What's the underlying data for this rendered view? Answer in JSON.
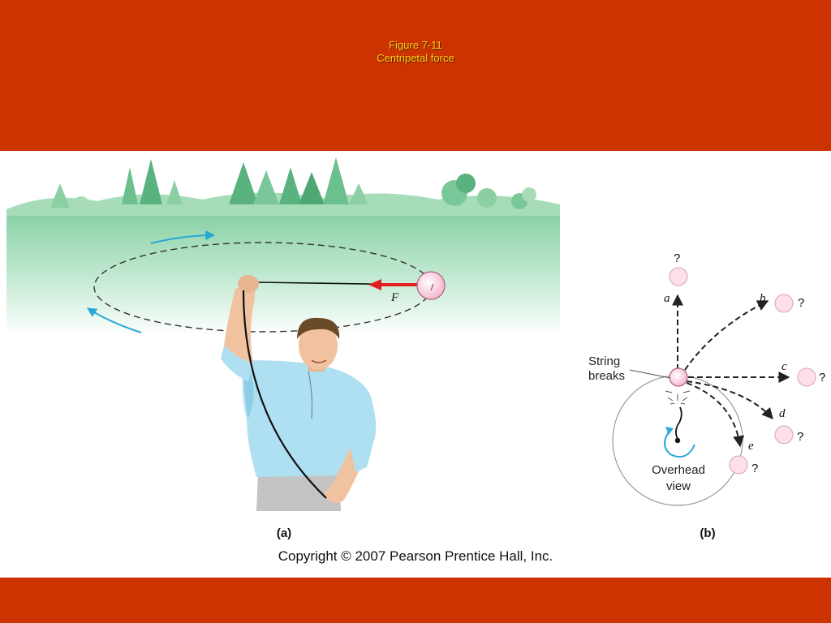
{
  "slide": {
    "title_line1": "Figure 7-11",
    "title_line2": "Centripetal force",
    "copyright": "Copyright © 2007 Pearson Prentice Hall, Inc."
  },
  "panel_a": {
    "label": "(a)",
    "force_label": "F"
  },
  "panel_b": {
    "label": "(b)",
    "string_breaks_line1": "String",
    "string_breaks_line2": "breaks",
    "overhead_line1": "Overhead",
    "overhead_line2": "view",
    "paths": [
      {
        "label": "a",
        "mark": "?"
      },
      {
        "label": "b",
        "mark": "?"
      },
      {
        "label": "c",
        "mark": "?"
      },
      {
        "label": "d",
        "mark": "?"
      },
      {
        "label": "e",
        "mark": "?"
      }
    ]
  },
  "colors": {
    "band": "#cc3300",
    "title": "#ffd21a",
    "ball": "#f8c8dc",
    "force_arrow": "#e02020",
    "motion_arrow": "#2aa8d8",
    "grass": "#8fd3a8",
    "shirt": "#aee0f2"
  }
}
